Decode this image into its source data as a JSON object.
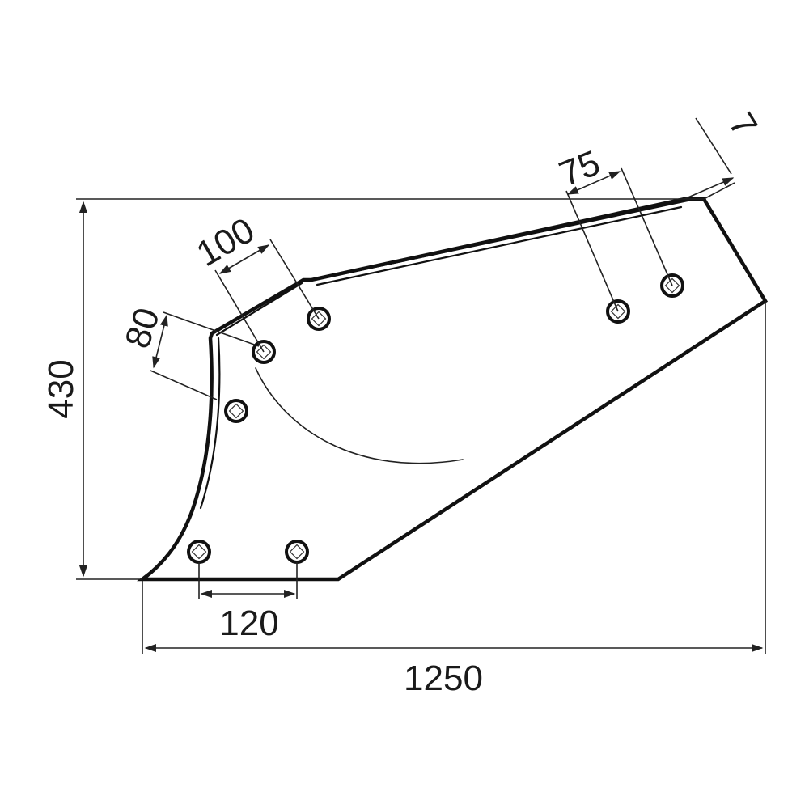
{
  "diagram": {
    "dimensions": {
      "overall_width": "1250",
      "overall_height": "430",
      "bottom_hole_spacing": "120",
      "upper_left_hole_spacing": "100",
      "left_hole_offset": "80",
      "upper_right_hole_spacing": "75",
      "tip_offset": "7"
    },
    "holes": [
      {
        "id": "bottom-left"
      },
      {
        "id": "bottom-right"
      },
      {
        "id": "left-side"
      },
      {
        "id": "upper-left-1"
      },
      {
        "id": "upper-left-2"
      },
      {
        "id": "upper-right-1"
      },
      {
        "id": "upper-right-2"
      }
    ],
    "colors": {
      "line": "#111111",
      "background": "#ffffff"
    }
  }
}
